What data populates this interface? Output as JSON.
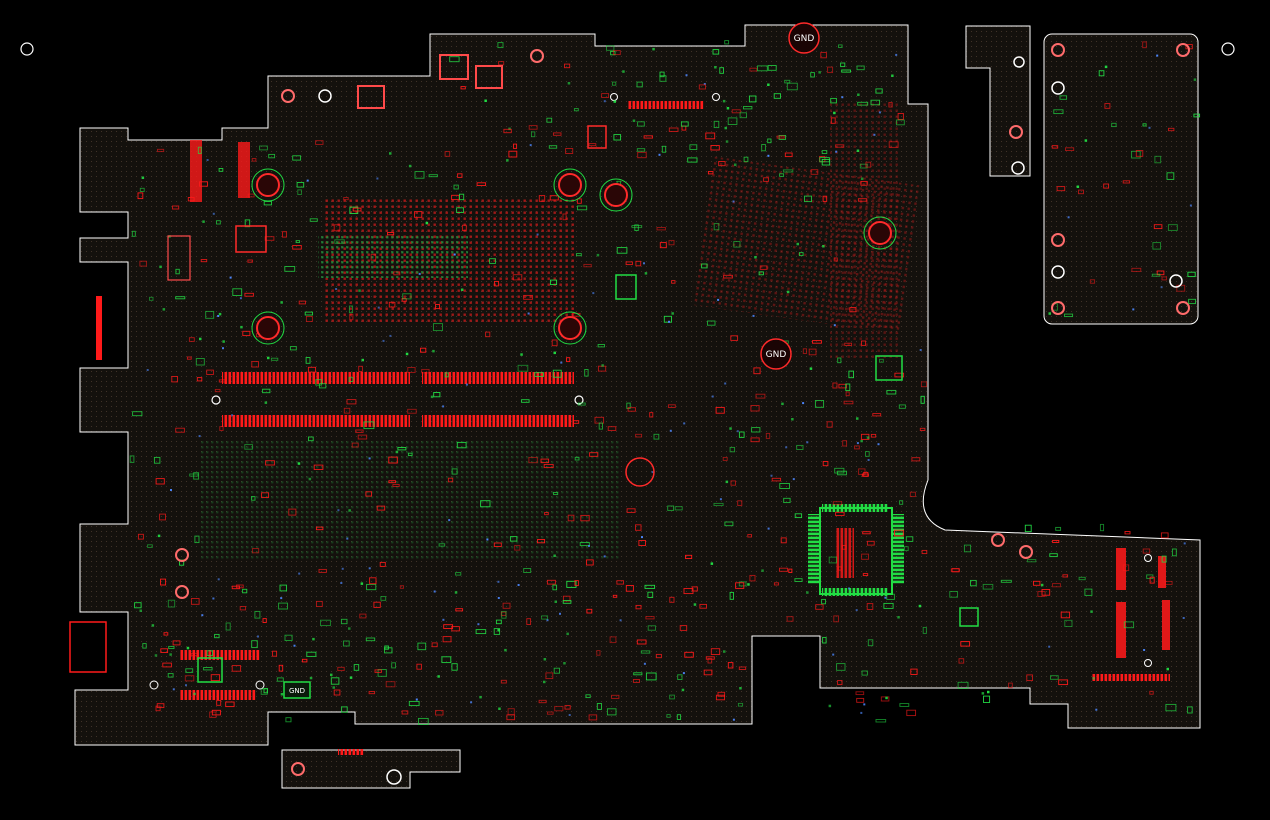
{
  "view": {
    "background": "#000000",
    "board_fill": "#12100c",
    "outline_color": "#ffffff",
    "copper_color": "#ff1a1a",
    "silk_color": "#22dd44",
    "via_color": "#4d88ff",
    "hole_color": "#ffffff"
  },
  "labels": {
    "gnd_top": "GND",
    "gnd_mid": "GND",
    "gnd_bottom": "GND"
  }
}
